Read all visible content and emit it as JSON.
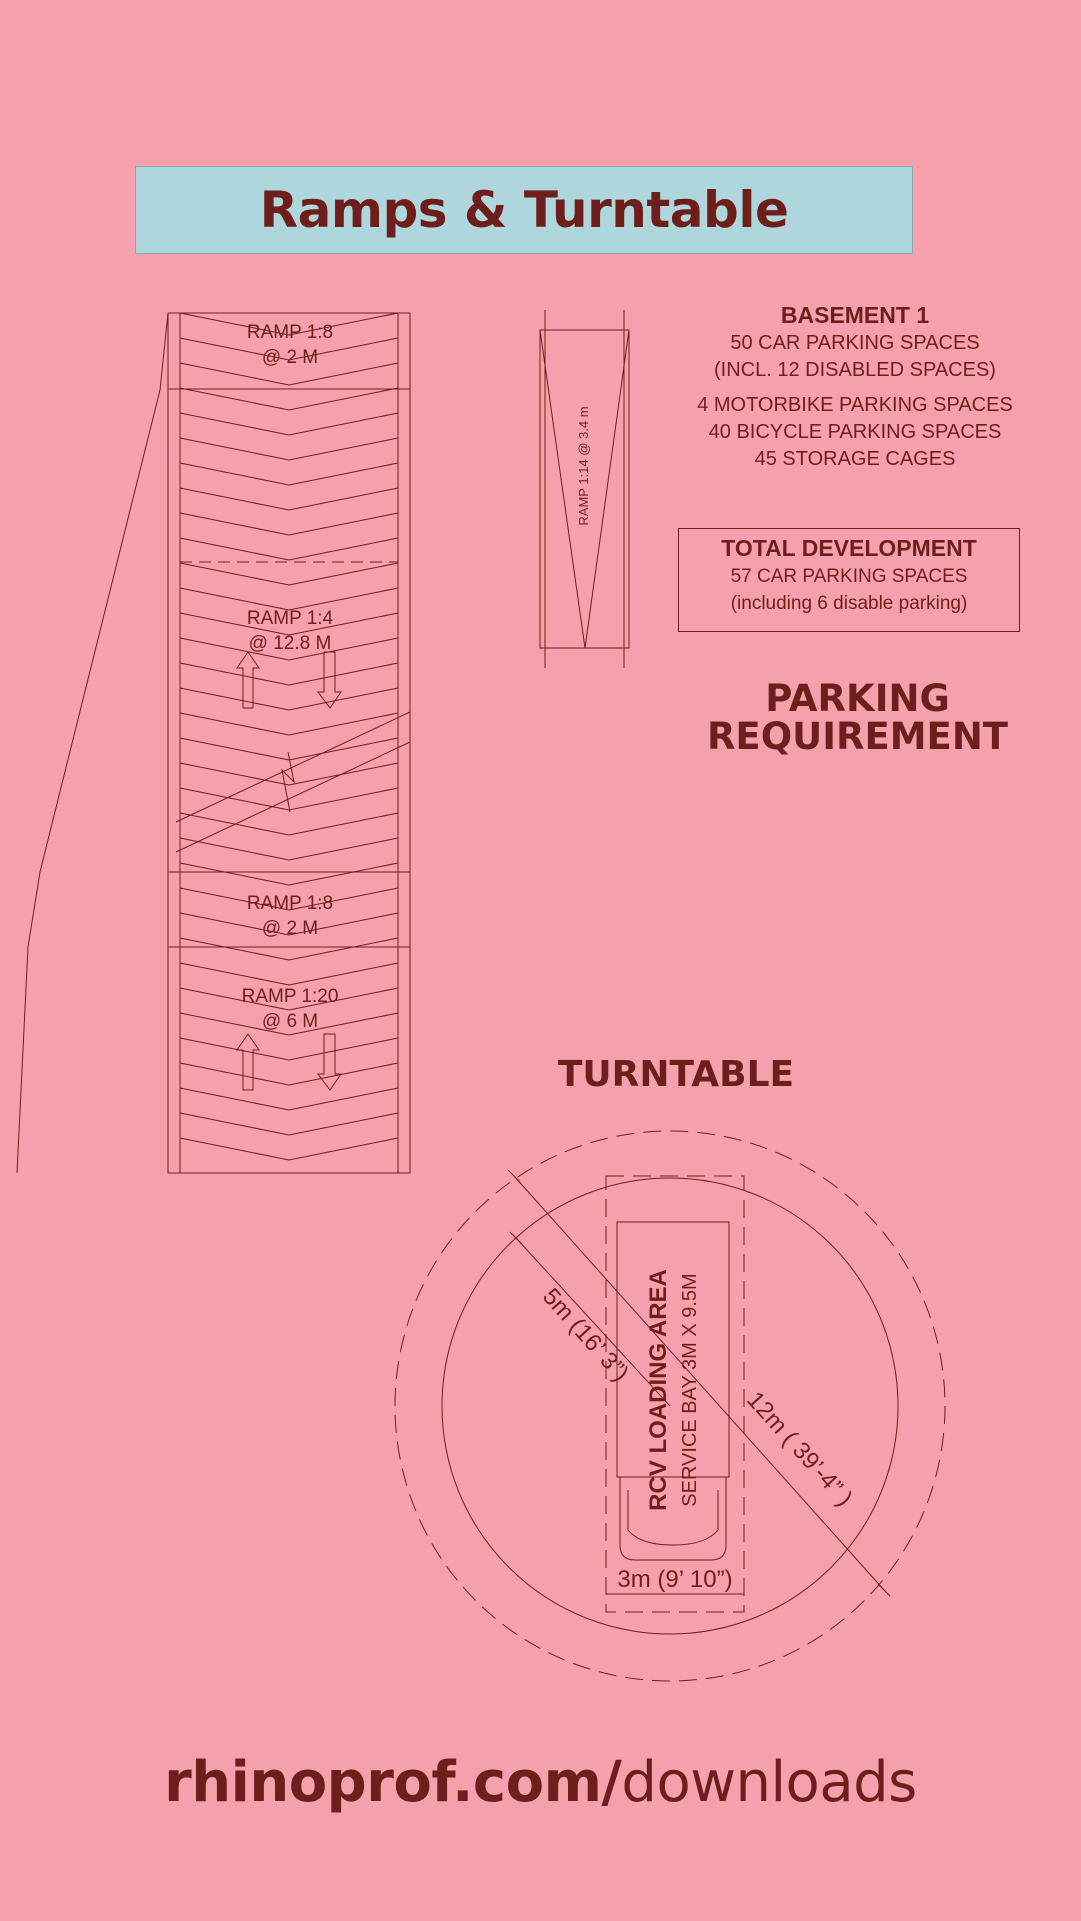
{
  "title": "Ramps & Turntable",
  "ramp_labels": {
    "r1_line1": "RAMP 1:8",
    "r1_line2": "@ 2 M",
    "r2_line1": "RAMP 1:4",
    "r2_line2": "@ 12.8 M",
    "r3_line1": "RAMP 1:8",
    "r3_line2": "@ 2 M",
    "r4_line1": "RAMP 1:20",
    "r4_line2": "@ 6 M",
    "small_ramp": "RAMP 1:14 @ 3.4 m"
  },
  "basement": {
    "heading": "BASEMENT 1",
    "car_spaces": "50 CAR PARKING SPACES",
    "disabled": "(INCL. 12 DISABLED SPACES)",
    "motorbike": "4 MOTORBIKE PARKING SPACES",
    "bicycle": "40 BICYCLE PARKING SPACES",
    "storage": "45 STORAGE CAGES"
  },
  "total": {
    "heading": "TOTAL DEVELOPMENT",
    "car_spaces": "57 CAR PARKING SPACES",
    "disabled": "(including 6 disable parking)"
  },
  "parking_requirement": {
    "line1": "PARKING",
    "line2": "REQUIREMENT"
  },
  "turntable": {
    "title": "TURNTABLE",
    "loading_area": "RCV LOADING AREA",
    "service_bay": "SERVICE BAY 3M X 9.5M",
    "dim_inner": "5m  (16’ 3”)",
    "dim_outer": "12m ( 39’-4” )",
    "dim_width": "3m (9’ 10”)"
  },
  "footer": {
    "bold": "rhinoprof.com/",
    "light": "downloads"
  },
  "colors": {
    "background": "#f4a1ad",
    "title_bar": "#aed6dc",
    "ink": "#6e1f1c"
  }
}
